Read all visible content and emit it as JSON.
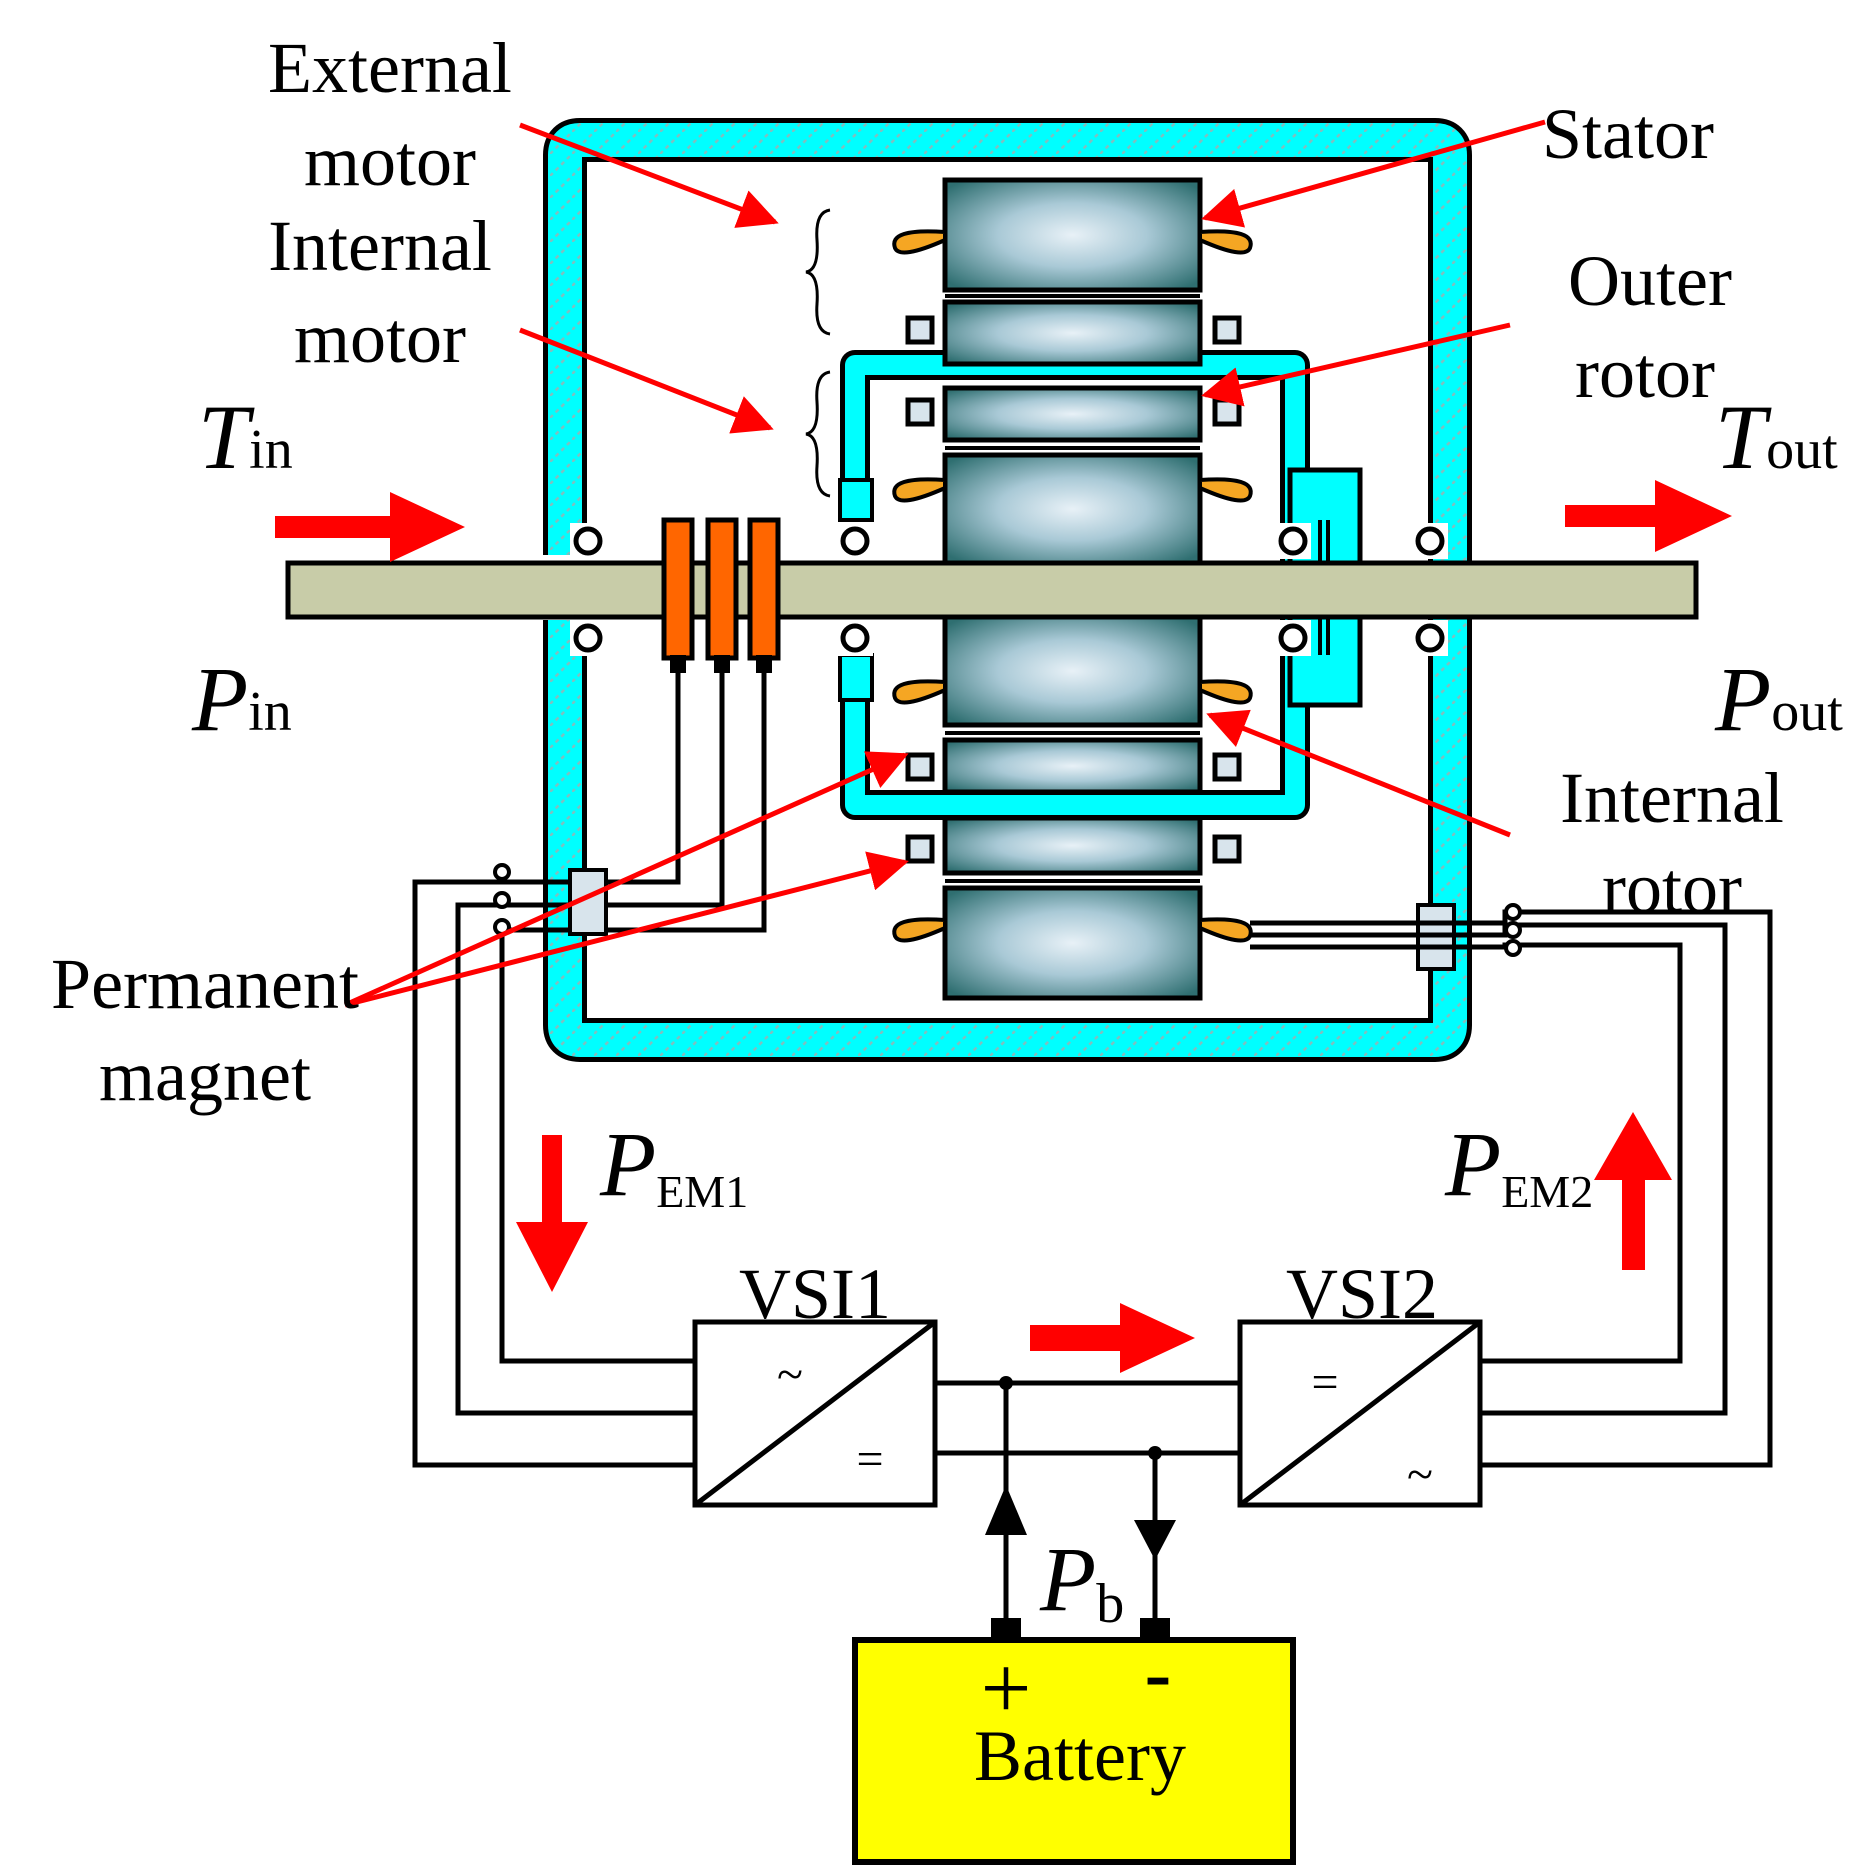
{
  "labels": {
    "external_motor_1": "External",
    "external_motor_2": "motor",
    "internal_motor_1": "Internal",
    "internal_motor_2": "motor",
    "stator": "Stator",
    "outer_rotor_1": "Outer",
    "outer_rotor_2": "rotor",
    "internal_rotor_1": "Internal",
    "internal_rotor_2": "rotor",
    "permanent_magnet_1": "Permanent",
    "permanent_magnet_2": "magnet",
    "battery": "Battery",
    "vsi1": "VSI1",
    "vsi2": "VSI2",
    "plus": "+",
    "minus": "-",
    "ac_symbol": "~",
    "dc_symbol": "="
  },
  "quantities": {
    "t_in": {
      "main": "T",
      "sub": "in"
    },
    "t_out": {
      "main": "T",
      "sub": "out"
    },
    "p_in": {
      "main": "P",
      "sub": "in"
    },
    "p_out": {
      "main": "P",
      "sub": "out"
    },
    "p_em1": {
      "main": "P",
      "sub": "EM1"
    },
    "p_em2": {
      "main": "P",
      "sub": "EM2"
    },
    "p_b": {
      "main": "P",
      "sub": "b"
    }
  },
  "colors": {
    "housing": "#00ffff",
    "shaft": "#c8cca8",
    "magnet_bar": "#ff6600",
    "winding": "#f5a623",
    "iron_core": "#3a7f80",
    "arrow": "#ff0000",
    "battery": "#ffff00"
  }
}
